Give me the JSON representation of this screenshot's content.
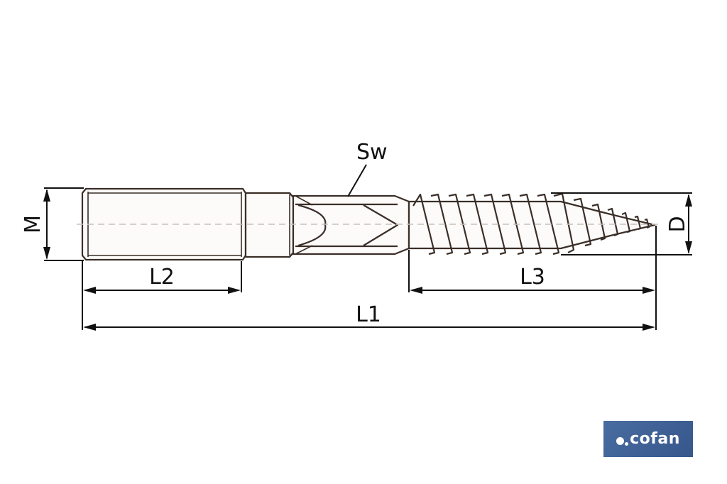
{
  "diagram": {
    "type": "technical-drawing",
    "subject": "double-threaded hanger bolt (metric thread + wood screw)",
    "labels": {
      "sw": "Sw",
      "m": "M",
      "d": "D",
      "l1": "L1",
      "l2": "L2",
      "l3": "L3"
    },
    "parts": [
      {
        "name": "metric-thread",
        "dimension": "M",
        "length": "L2"
      },
      {
        "name": "shank-collar"
      },
      {
        "name": "hex-drive",
        "dimension": "Sw"
      },
      {
        "name": "wood-screw-thread",
        "dimension": "D",
        "length": "L3"
      }
    ],
    "overall_length": "L1"
  },
  "brand": {
    "name": "cofan",
    "logo_colors": {
      "background": "#3d5f94",
      "text": "#ffffff"
    }
  },
  "colors": {
    "outline": "#3a2e28",
    "dimension_lines": "#111111",
    "centerline": "#c9c0b8"
  }
}
